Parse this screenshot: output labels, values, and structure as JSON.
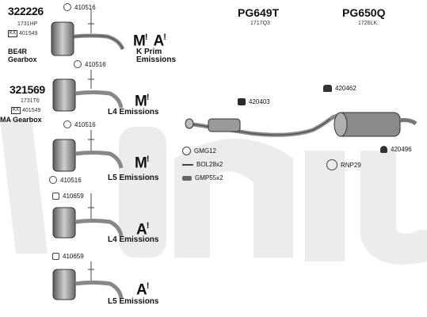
{
  "left_blocks": [
    {
      "code": "322226",
      "sub": "1731HP",
      "kx_label": "KX",
      "kx_code": "401549",
      "gearbox": [
        "BE4R",
        "Gearbox"
      ]
    },
    {
      "code": "321569",
      "sub": "1731T6",
      "kx_label": "KX",
      "kx_code": "401549",
      "gearbox": [
        "MA Gearbox"
      ]
    }
  ],
  "part_refs": {
    "r1": "410516",
    "r2": "410516",
    "r3": "410516",
    "r4": "410516",
    "r5": "410659",
    "r6": "410659"
  },
  "emissions": {
    "e1": [
      "K Prim",
      "Emissions"
    ],
    "e2": "L4 Emissions",
    "e3": "L5 Emissions",
    "e4": "L4 Emissions",
    "e5": "L5 Emissions"
  },
  "badges": {
    "m": "M",
    "a": "A"
  },
  "pipes": [
    {
      "title": "PG649T",
      "sub": "1717Q3"
    },
    {
      "title": "PG650Q",
      "sub": "1726LK"
    }
  ],
  "accessories": {
    "p420462": "420462",
    "p420403": "420403",
    "p420496": "420496",
    "gmg": "GMG12",
    "bol": "BOL28x2",
    "gmp": "GMP55x2",
    "rnp": "RNP29"
  },
  "colors": {
    "watermark": "#ececec",
    "part_gray": "#8c8c8c",
    "part_dark": "#4a4a4a",
    "badge": "#111111"
  }
}
